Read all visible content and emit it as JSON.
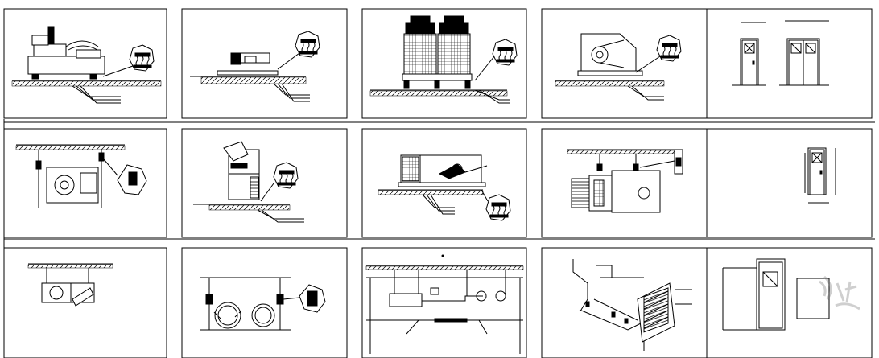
{
  "sheet": {
    "background": "#ffffff",
    "line_color": "#000000",
    "rows": 3,
    "columns": 5,
    "panels": [
      {
        "id": "chiller-elevation",
        "row": 0,
        "col": 0
      },
      {
        "id": "pump-elevation",
        "row": 0,
        "col": 1
      },
      {
        "id": "cooling-tower-elevation",
        "row": 0,
        "col": 2
      },
      {
        "id": "fan-unit-elevation",
        "row": 0,
        "col": 3
      },
      {
        "id": "door-elevations-top",
        "row": 0,
        "col": 4
      },
      {
        "id": "hanging-fan-elevation",
        "row": 1,
        "col": 0
      },
      {
        "id": "vertical-unit-elevation",
        "row": 1,
        "col": 1
      },
      {
        "id": "ahu-floor-elevation",
        "row": 1,
        "col": 2
      },
      {
        "id": "ahu-plan",
        "row": 1,
        "col": 3
      },
      {
        "id": "door-elevations-middle",
        "row": 1,
        "col": 4
      },
      {
        "id": "suspended-unit-elevation",
        "row": 2,
        "col": 0
      },
      {
        "id": "pipe-support-section",
        "row": 2,
        "col": 1
      },
      {
        "id": "ceiling-duct-section",
        "row": 2,
        "col": 2
      },
      {
        "id": "coil-piping-isometric",
        "row": 2,
        "col": 3
      },
      {
        "id": "door-elevations-bottom",
        "row": 2,
        "col": 4
      }
    ]
  },
  "icons": {
    "vibration-isolator": "vibration-isolator-detail-icon",
    "watermark": "watermark-logo-icon"
  }
}
